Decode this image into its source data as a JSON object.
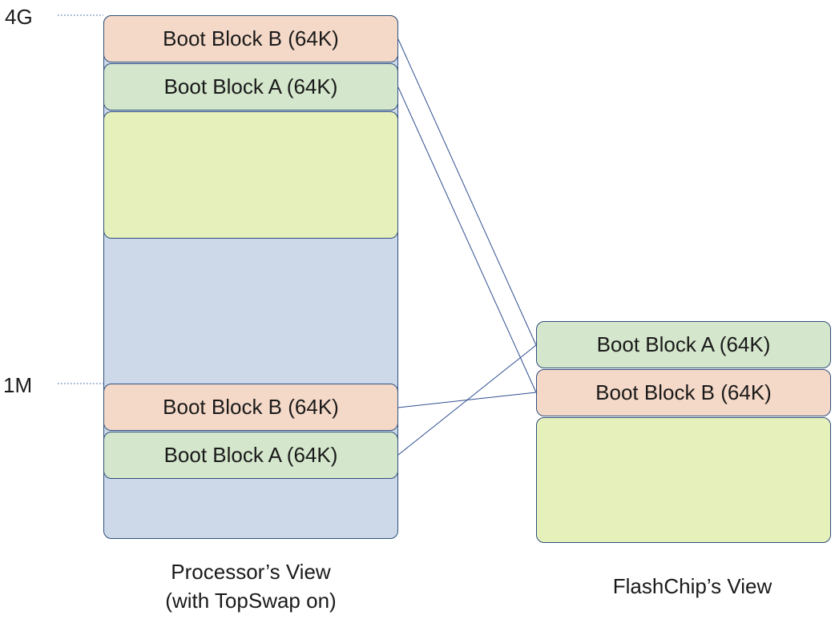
{
  "markers": {
    "top": "4G",
    "mid": "1M"
  },
  "processor": {
    "blocks": [
      "Boot Block B (64K)",
      "Boot Block A (64K)",
      "Boot Block B (64K)",
      "Boot Block A (64K)"
    ],
    "caption_line1": "Processor’s View",
    "caption_line2": "(with TopSwap on)"
  },
  "flash": {
    "blocks": [
      "Boot Block A (64K)",
      "Boot Block B (64K)"
    ],
    "caption": "FlashChip’s View"
  },
  "colors": {
    "region_blue": "#cdd8e8",
    "boot_b": "#f5d9c8",
    "boot_a": "#d4e6cc",
    "filler": "#e6f0bb",
    "border": "#2f4f7f"
  }
}
